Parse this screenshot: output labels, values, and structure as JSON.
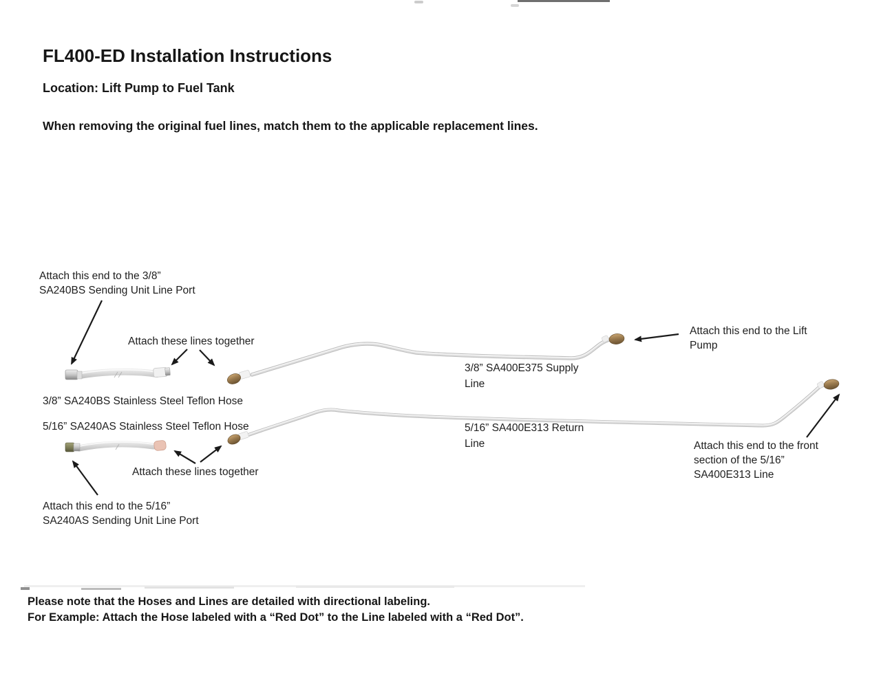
{
  "page": {
    "title": "FL400-ED Installation Instructions",
    "location_heading": "Location: Lift Pump to Fuel Tank",
    "intro": "When removing the original fuel lines, match them to the applicable replacement lines.",
    "note": "Please note that the Hoses and Lines are detailed with directional labeling.\nFor Example: Attach the Hose labeled with a “Red Dot” to the Line labeled with a “Red Dot”."
  },
  "callouts": {
    "sending_unit_38": "Attach this end to the 3/8”\nSA240BS Sending Unit Line Port",
    "attach_together_top": "Attach these lines together",
    "attach_together_bottom": "Attach these lines together",
    "sending_unit_516": "Attach this end to the 5/16”\nSA240AS Sending Unit Line Port",
    "lift_pump": "Attach this end to the Lift\nPump",
    "front_section": "Attach this end to the front\nsection of the 5/16”\nSA400E313 Line"
  },
  "part_labels": {
    "hose_38": "3/8” SA240BS Stainless Steel Teflon Hose",
    "hose_516": "5/16” SA240AS Stainless Steel Teflon Hose",
    "supply_line": "3/8” SA400E375 Supply\nLine",
    "return_line": "5/16” SA400E313 Return\nLine"
  },
  "colors": {
    "text": "#1d1d1d",
    "tube_silver": "#c6c6c6",
    "hose_braid": "#d6d6d6",
    "brass_fitting": "#9a7a4e",
    "green_fitting": "#80805a",
    "pink_fitting": "#eac3b4",
    "arrow": "#1a1a1a"
  }
}
